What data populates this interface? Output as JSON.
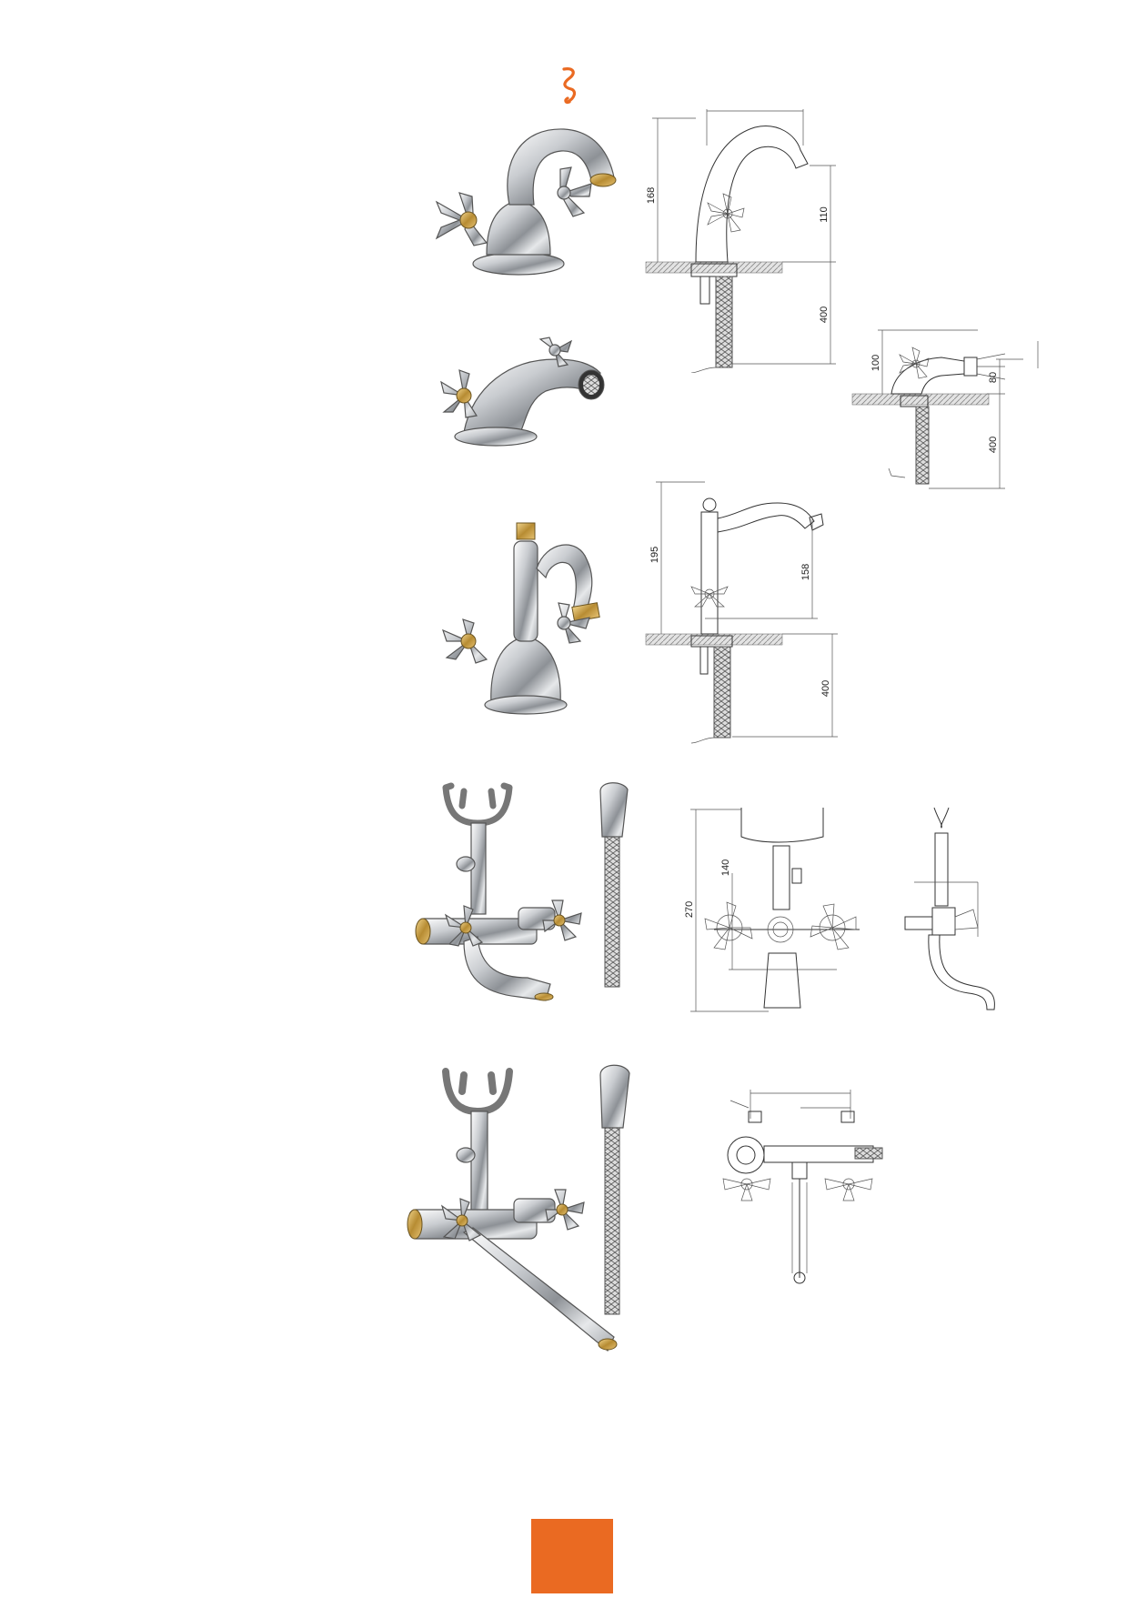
{
  "colors": {
    "accent": "#ea6a22",
    "chrome": "#d8dadd",
    "brass": "#c9a24a"
  },
  "logo": {
    "icon": "brand-swirl-logo"
  },
  "products": [
    {
      "id": "basin-mixer",
      "dimensions": {
        "height": "168",
        "spout": "110",
        "hose": "400"
      }
    },
    {
      "id": "bidet-mixer",
      "dimensions": {
        "height": "100",
        "spout": "80",
        "hose": "400"
      }
    },
    {
      "id": "basin-mixer-tall",
      "dimensions": {
        "height": "195",
        "spout": "158",
        "hose": "400"
      }
    },
    {
      "id": "bath-mixer",
      "dimensions": {
        "height": "270",
        "spout": "140"
      }
    },
    {
      "id": "bath-mixer-long-spout",
      "dimensions": {}
    }
  ],
  "footer": {
    "icon": "orange-page-tab"
  }
}
